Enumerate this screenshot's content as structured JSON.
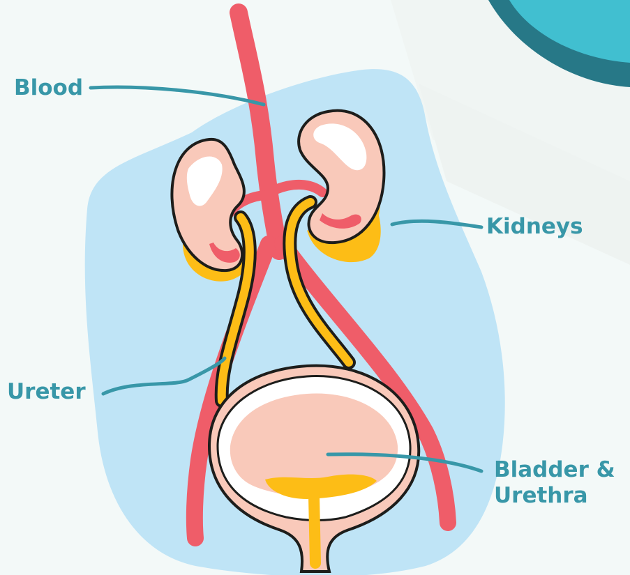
{
  "colors": {
    "background": "#f3f9f8",
    "body_shape": "#bfe4f6",
    "label_text": "#3897a8",
    "leader_line": "#3897a8",
    "blood_vessel": "#ef5d69",
    "kidney_fill": "#f9c9ba",
    "kidney_highlight": "#ffffff",
    "fat_yellow": "#fdbd16",
    "outline": "#1d1d1b",
    "corner_teal_dark": "#277887",
    "corner_teal_light": "#41bfd0"
  },
  "labels": {
    "blood": "Blood",
    "kidneys": "Kidneys",
    "ureter": "Ureter",
    "bladder_urethra": "Bladder &\nUrethra"
  },
  "icons": [
    "urinary-system-illustration"
  ]
}
